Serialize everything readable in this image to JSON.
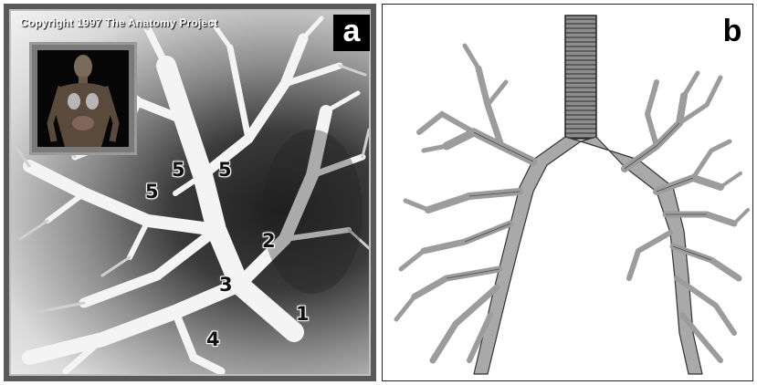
{
  "panel_a": {
    "copyright": "Copyright 1997 The Anatomy Project",
    "badge": "a",
    "labels": [
      {
        "id": "label-5-left",
        "text": "5"
      },
      {
        "id": "label-5-mid",
        "text": "5"
      },
      {
        "id": "label-5-right",
        "text": "5"
      },
      {
        "id": "label-2",
        "text": "2"
      },
      {
        "id": "label-3",
        "text": "3"
      },
      {
        "id": "label-1",
        "text": "1"
      },
      {
        "id": "label-4",
        "text": "4"
      }
    ]
  },
  "panel_b": {
    "badge": "b"
  },
  "colors": {
    "frame_a": "#5a5a5a",
    "airway_fill": "#a9a9a9",
    "airway_stroke": "#333333",
    "badge_a_bg": "#000000",
    "badge_b_bg": "#ffffff"
  }
}
